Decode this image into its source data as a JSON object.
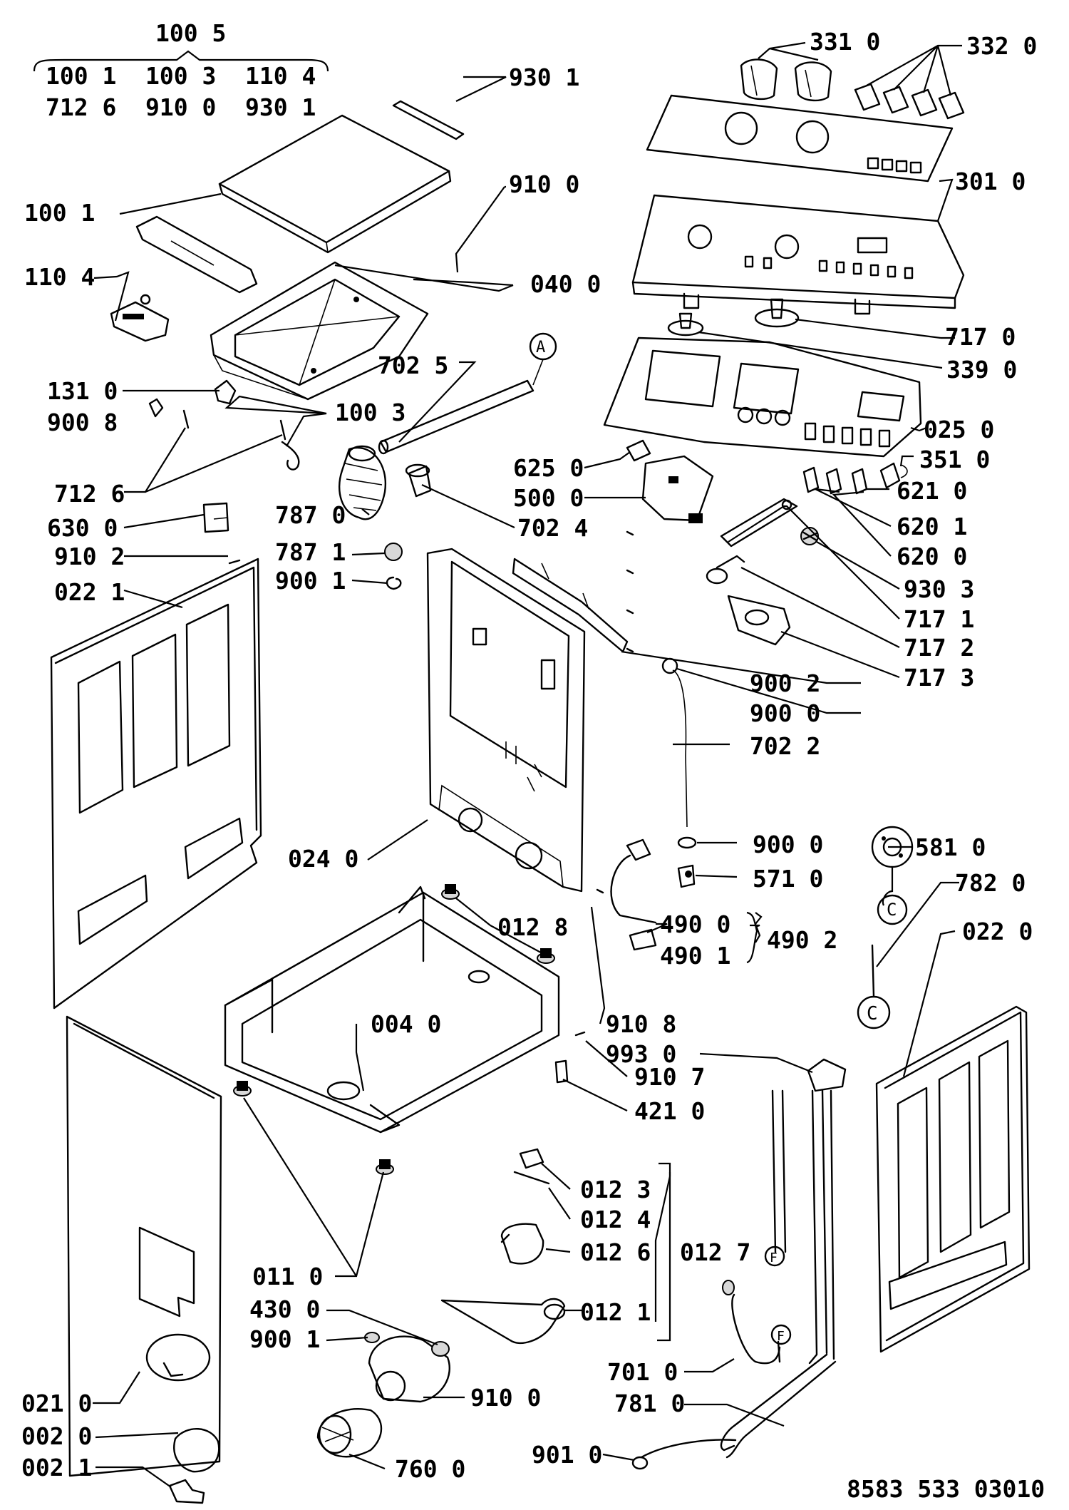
{
  "drawing_number": "8583 533 03010",
  "callouts": [
    {
      "id": "c1005",
      "text": "100 5"
    },
    {
      "id": "c1001a",
      "text": "100 1"
    },
    {
      "id": "c1003a",
      "text": "100 3"
    },
    {
      "id": "c1104a",
      "text": "110 4"
    },
    {
      "id": "c7126a",
      "text": "712 6"
    },
    {
      "id": "c9100a",
      "text": "910 0"
    },
    {
      "id": "c9301a",
      "text": "930 1"
    },
    {
      "id": "c9301b",
      "text": "930 1"
    },
    {
      "id": "c1001b",
      "text": "100 1"
    },
    {
      "id": "c9100b",
      "text": "910 0"
    },
    {
      "id": "c1104b",
      "text": "110 4"
    },
    {
      "id": "c0400",
      "text": "040 0"
    },
    {
      "id": "c7025",
      "text": "702 5"
    },
    {
      "id": "c1310",
      "text": "131 0"
    },
    {
      "id": "c9008",
      "text": "900 8"
    },
    {
      "id": "c1003b",
      "text": "100 3"
    },
    {
      "id": "c7126b",
      "text": "712 6"
    },
    {
      "id": "c6300",
      "text": "630 0"
    },
    {
      "id": "c7870",
      "text": "787 0"
    },
    {
      "id": "c9102",
      "text": "910 2"
    },
    {
      "id": "c7871",
      "text": "787 1"
    },
    {
      "id": "c9001a",
      "text": "900 1"
    },
    {
      "id": "c0221",
      "text": "022 1"
    },
    {
      "id": "c6250",
      "text": "625 0"
    },
    {
      "id": "c5000",
      "text": "500 0"
    },
    {
      "id": "c7024",
      "text": "702 4"
    },
    {
      "id": "c3310",
      "text": "331 0"
    },
    {
      "id": "c3320",
      "text": "332 0"
    },
    {
      "id": "c3010",
      "text": "301 0"
    },
    {
      "id": "c7170",
      "text": "717 0"
    },
    {
      "id": "c3390",
      "text": "339 0"
    },
    {
      "id": "c0250",
      "text": "025 0"
    },
    {
      "id": "c3510",
      "text": "351 0"
    },
    {
      "id": "c6210",
      "text": "621 0"
    },
    {
      "id": "c6201",
      "text": "620 1"
    },
    {
      "id": "c6200",
      "text": "620 0"
    },
    {
      "id": "c9303",
      "text": "930 3"
    },
    {
      "id": "c7171",
      "text": "717 1"
    },
    {
      "id": "c7172",
      "text": "717 2"
    },
    {
      "id": "c7173",
      "text": "717 3"
    },
    {
      "id": "c9002",
      "text": "900 2"
    },
    {
      "id": "c9000a",
      "text": "900 0"
    },
    {
      "id": "c7022",
      "text": "702 2"
    },
    {
      "id": "c0240",
      "text": "024 0"
    },
    {
      "id": "c9000b",
      "text": "900 0"
    },
    {
      "id": "c5710",
      "text": "571 0"
    },
    {
      "id": "c5810",
      "text": "581 0"
    },
    {
      "id": "c7820",
      "text": "782 0"
    },
    {
      "id": "c0220",
      "text": "022 0"
    },
    {
      "id": "c4900",
      "text": "490 0"
    },
    {
      "id": "c4902",
      "text": "490 2"
    },
    {
      "id": "c4901",
      "text": "490 1"
    },
    {
      "id": "c0128",
      "text": "012 8"
    },
    {
      "id": "c9108",
      "text": "910 8"
    },
    {
      "id": "c0040",
      "text": "004 0"
    },
    {
      "id": "c9930",
      "text": "993 0"
    },
    {
      "id": "c9107",
      "text": "910 7"
    },
    {
      "id": "c4210",
      "text": "421 0"
    },
    {
      "id": "c0123",
      "text": "012 3"
    },
    {
      "id": "c0124",
      "text": "012 4"
    },
    {
      "id": "c0126",
      "text": "012 6"
    },
    {
      "id": "c0127",
      "text": "012 7"
    },
    {
      "id": "c0121",
      "text": "012 1"
    },
    {
      "id": "c0110",
      "text": "011 0"
    },
    {
      "id": "c4300",
      "text": "430 0"
    },
    {
      "id": "c9001b",
      "text": "900 1"
    },
    {
      "id": "c0210",
      "text": "021 0"
    },
    {
      "id": "c9100c",
      "text": "910 0"
    },
    {
      "id": "c7010",
      "text": "701 0"
    },
    {
      "id": "c7810",
      "text": "781 0"
    },
    {
      "id": "c0020",
      "text": "002 0"
    },
    {
      "id": "c7600",
      "text": "760 0"
    },
    {
      "id": "c0021",
      "text": "002 1"
    },
    {
      "id": "c9010",
      "text": "901 0"
    }
  ],
  "connector_letters": [
    {
      "id": "A",
      "text": "A"
    },
    {
      "id": "C1",
      "text": "C"
    },
    {
      "id": "C2",
      "text": "C"
    },
    {
      "id": "F1",
      "text": "F"
    },
    {
      "id": "F2",
      "text": "F"
    }
  ]
}
